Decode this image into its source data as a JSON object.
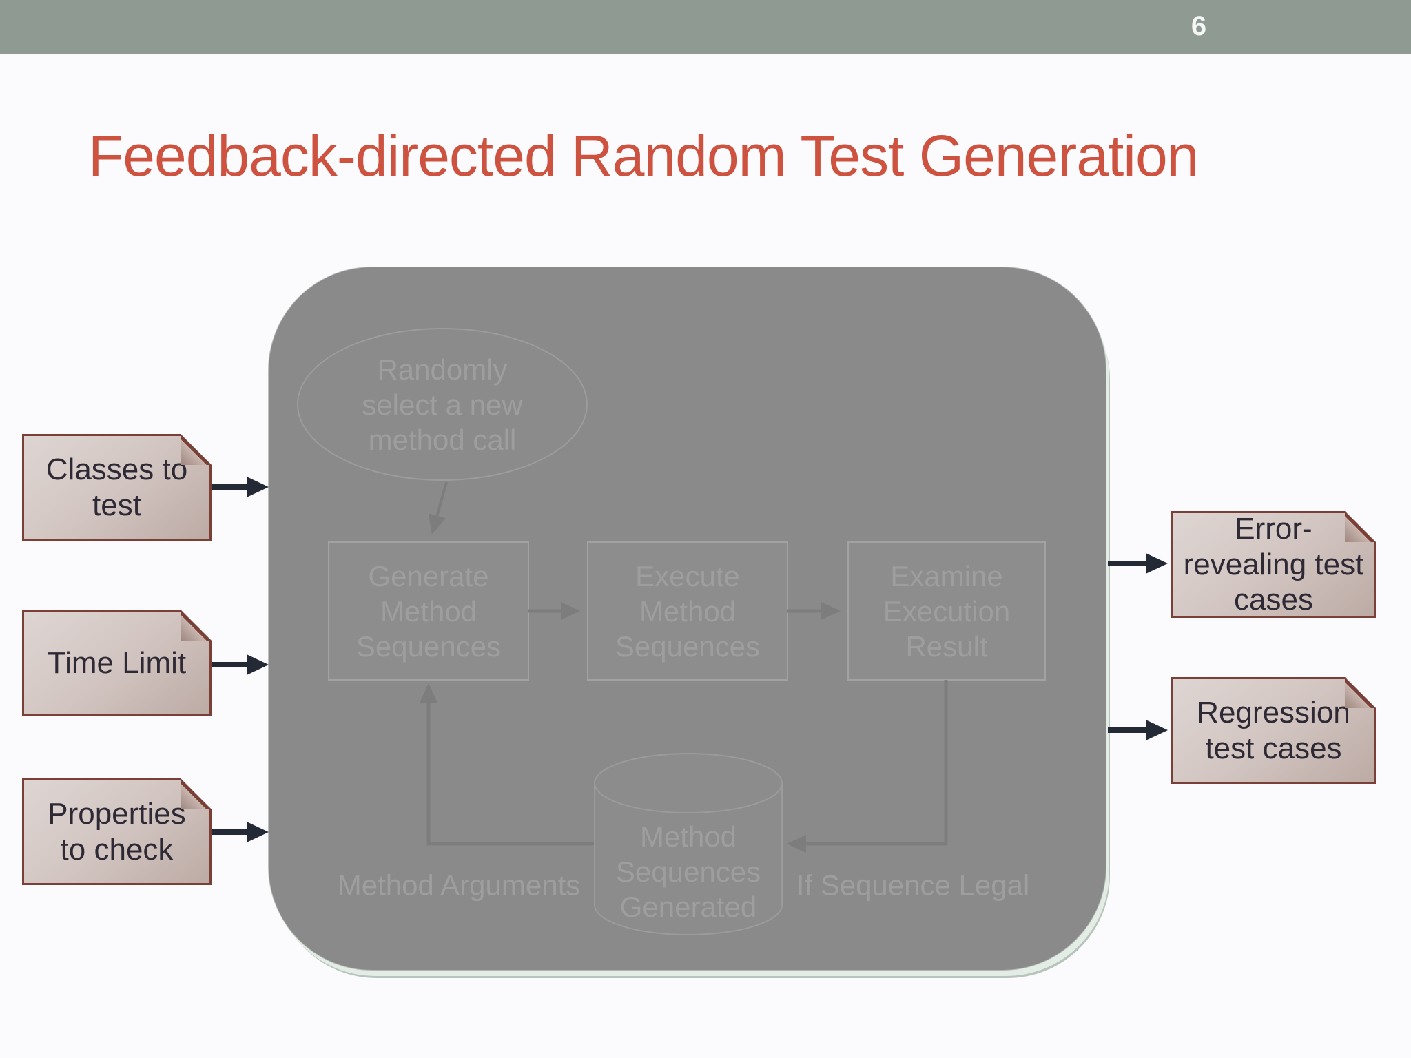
{
  "slide": {
    "page_number": "6",
    "title": "Feedback-directed Random Test Generation"
  },
  "flowchart": {
    "ellipse_label": "Randomly\nselect a new\nmethod call",
    "steps": [
      {
        "label": "Generate\nMethod\nSequences"
      },
      {
        "label": "Execute\nMethod\nSequences"
      },
      {
        "label": "Examine\nExecution\nResult"
      }
    ],
    "datastore_label": "Method\nSequences\nGenerated",
    "edge_labels": {
      "method_arguments": "Method Arguments",
      "if_sequence_legal": "If Sequence Legal"
    }
  },
  "inputs": [
    {
      "label": "Classes to\ntest"
    },
    {
      "label": "Time Limit"
    },
    {
      "label": "Properties\nto check"
    }
  ],
  "outputs": [
    {
      "label": "Error-\nrevealing test\ncases"
    },
    {
      "label": "Regression\ntest cases"
    }
  ],
  "colors": {
    "header_bar": "#8e9a92",
    "title": "#cd5340",
    "panel": "#8a8a8a",
    "panel_rim": "#e4ece6",
    "card_border": "#7a4038",
    "card_fill_top": "#ded6d3",
    "card_fill_bottom": "#bcaaa4",
    "card_text": "#2e2a35",
    "external_arrow": "#242936",
    "ghost_text": "#9e9e9e"
  }
}
